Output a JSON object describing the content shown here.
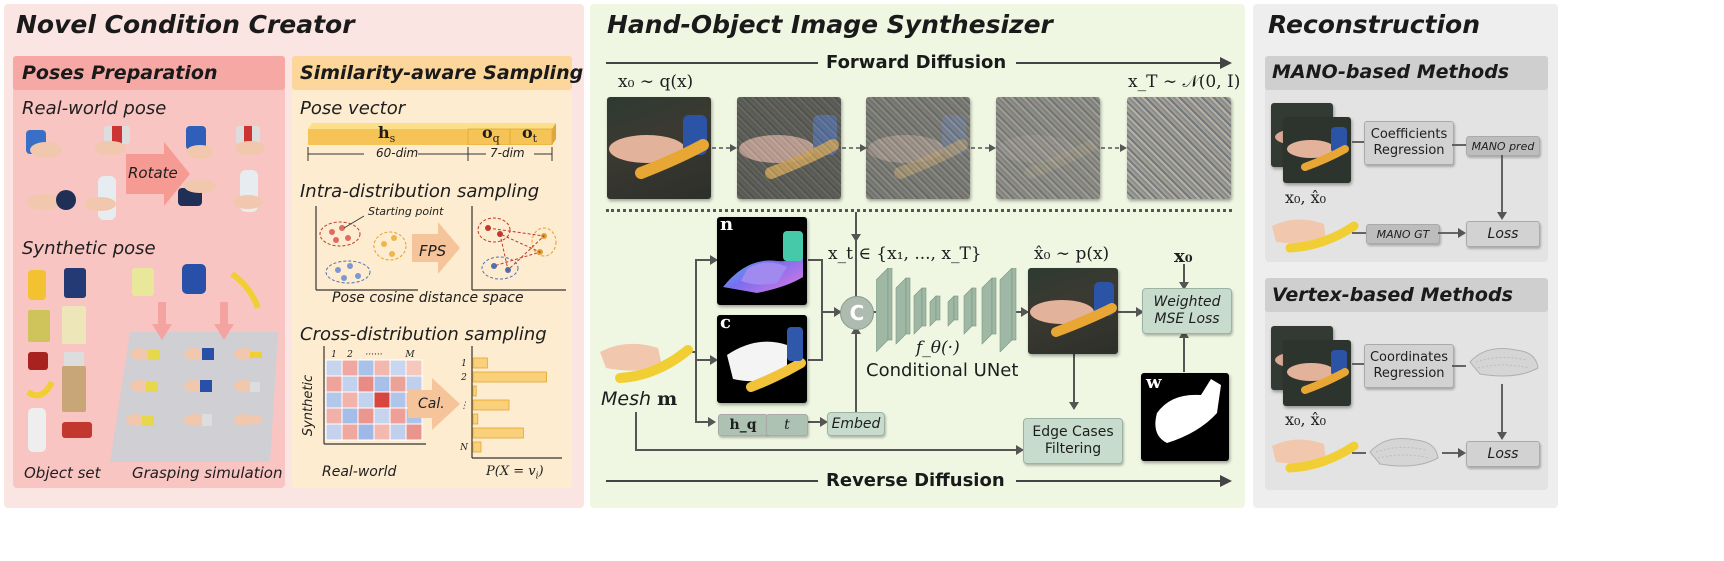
{
  "left_panel": {
    "title": "Novel Condition Creator",
    "poses": {
      "header": "Poses Preparation",
      "real_world_pose": "Real-world pose",
      "rotate": "Rotate",
      "synthetic_pose": "Synthetic pose",
      "object_set": "Object set",
      "grasping_simulation": "Grasping simulation"
    },
    "sampling": {
      "header": "Similarity-aware Sampling",
      "pose_vector": "Pose vector",
      "hs": "h",
      "hs_sub": "s",
      "oq": "o",
      "oq_sub": "q",
      "ot": "o",
      "ot_sub": "t",
      "dim60": "60-dim",
      "dim7": "7-dim",
      "intra": "Intra-distribution sampling",
      "starting_point": "Starting point",
      "fps": "FPS",
      "pose_space": "Pose cosine distance space",
      "cross": "Cross-distribution sampling",
      "synthetic": "Synthetic",
      "real_world": "Real-world",
      "cal": "Cal.",
      "col_labels": [
        "1",
        "2",
        "······",
        "M"
      ],
      "row_labels": [
        "1",
        "2",
        "⋮",
        "N"
      ],
      "prob": "P(X = v",
      "prob_sub": "i",
      "prob_end": ")"
    }
  },
  "middle_panel": {
    "title": "Hand-Object Image Synthesizer",
    "forward": "Forward Diffusion",
    "reverse": "Reverse Diffusion",
    "x0_q": "x₀ ∼ q(x)",
    "xT_n": "x_T ∼ 𝒩(0, I)",
    "xt_set": "x_t ∈ {x₁, ..., x_T}",
    "x0_hat_p": "x̂₀ ∼ p(x)",
    "x0": "x₀",
    "n_label": "n",
    "c_label": "c",
    "w_label": "w",
    "c_node": "C",
    "mesh": "Mesh",
    "mesh_m": "m",
    "f_theta": "f_θ(·)",
    "unet": "Conditional UNet",
    "hq": "h_q",
    "t": "t",
    "embed": "Embed",
    "weighted_mse": "Weighted MSE Loss",
    "edge_cases": "Edge Cases Filtering"
  },
  "right_panel": {
    "title": "Reconstruction",
    "mano": {
      "header": "MANO-based Methods",
      "coef": "Coefficients Regression",
      "mano_pred": "MANO pred",
      "mano_gt": "MANO GT",
      "loss": "Loss",
      "x0_label": "x₀, x̂₀"
    },
    "vertex": {
      "header": "Vertex-based Methods",
      "coord": "Coordinates Regression",
      "loss": "Loss",
      "x0_label": "x₀, x̂₀"
    }
  },
  "chart_data": {
    "type": "heatmap",
    "heatmap_colors": [
      [
        "#c6d4ee",
        "#f0a7a0",
        "#a9c2ea",
        "#f2b7ad",
        "#c9d6ef",
        "#f6c7bd"
      ],
      [
        "#eea39b",
        "#c1d1ee",
        "#e98b85",
        "#a8c0e9",
        "#eba399",
        "#bfcfec"
      ],
      [
        "#b3c7eb",
        "#f2b3aa",
        "#c3d2ef",
        "#d7463f",
        "#b0c5ea",
        "#f3b9af"
      ],
      [
        "#f2b1a8",
        "#a5bde8",
        "#eb968f",
        "#c6d4ee",
        "#ef9f96",
        "#aec3ea"
      ],
      [
        "#c4d2ee",
        "#efa79e",
        "#9fb8e7",
        "#f3b8ae",
        "#c0cfec",
        "#e9958e"
      ]
    ],
    "bar_values": [
      0.18,
      0.92,
      0.04,
      0.45,
      0.06,
      0.63,
      0.1
    ]
  }
}
